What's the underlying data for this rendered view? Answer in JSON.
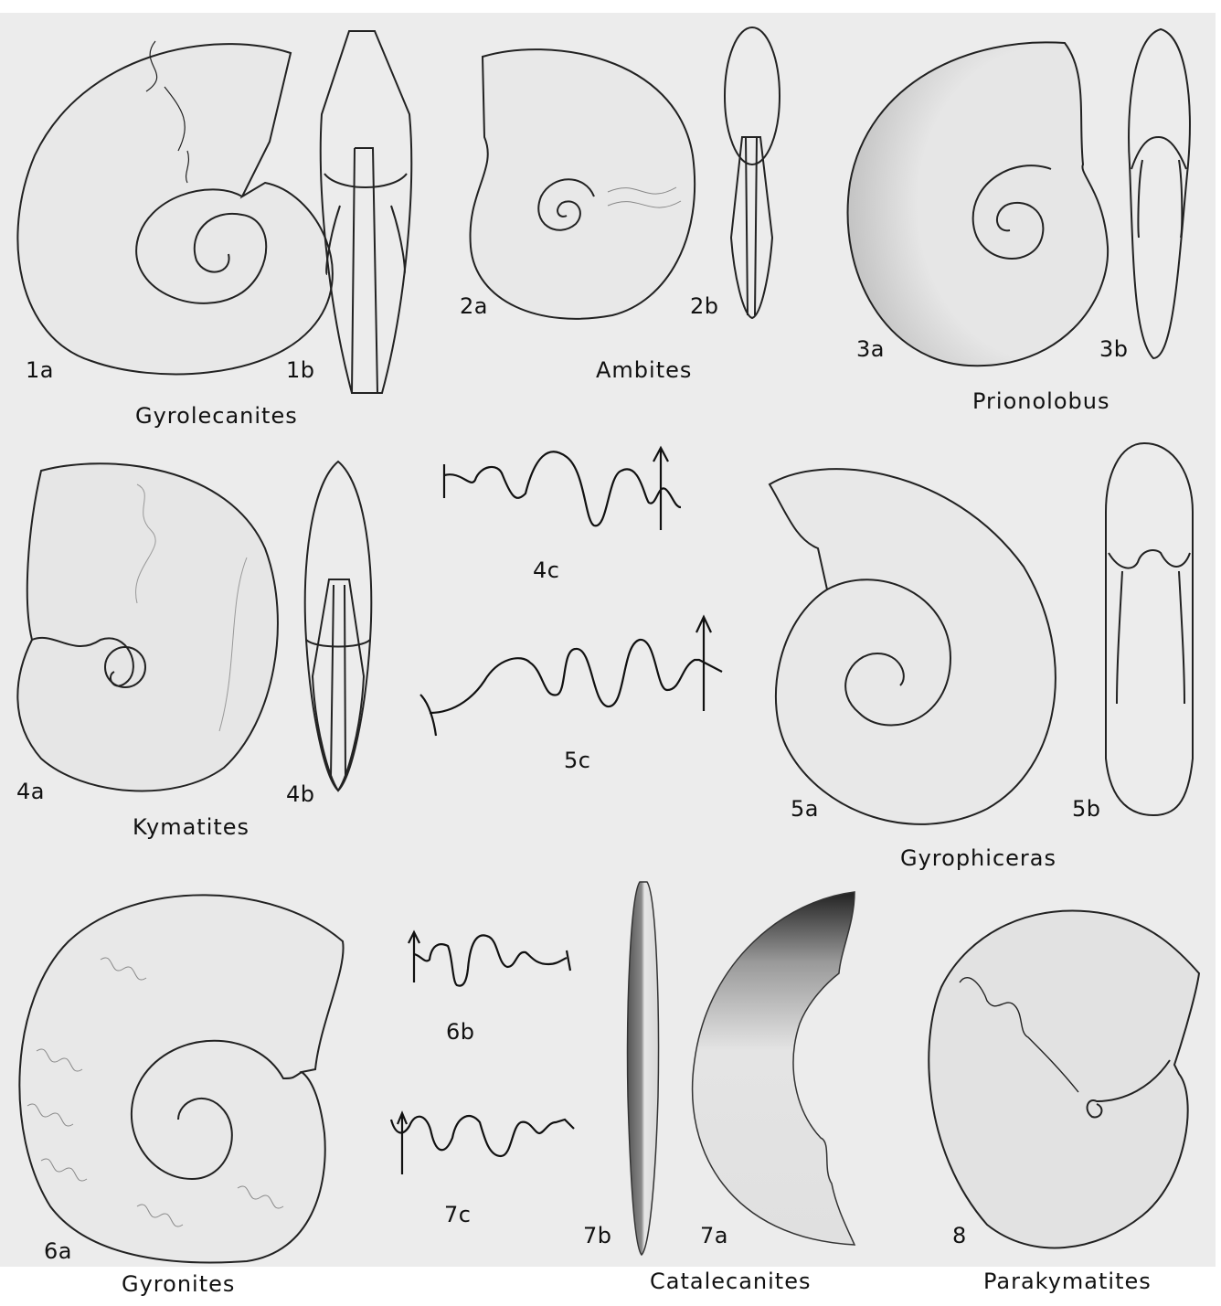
{
  "plate": {
    "background": "#ececec",
    "page_background": "#ffffff",
    "ink": "#111111"
  },
  "figures": [
    {
      "id": "1",
      "genus": "Gyrolecanites",
      "views": [
        "1a",
        "1b"
      ]
    },
    {
      "id": "2",
      "genus": "Ambites",
      "views": [
        "2a",
        "2b"
      ]
    },
    {
      "id": "3",
      "genus": "Prionolobus",
      "views": [
        "3a",
        "3b"
      ]
    },
    {
      "id": "4",
      "genus": "Kymatites",
      "views": [
        "4a",
        "4b",
        "4c"
      ]
    },
    {
      "id": "5",
      "genus": "Gyrophiceras",
      "views": [
        "5a",
        "5b",
        "5c"
      ]
    },
    {
      "id": "6",
      "genus": "Gyronites",
      "views": [
        "6a",
        "6b"
      ]
    },
    {
      "id": "7",
      "genus": "Catalecanites",
      "views": [
        "7a",
        "7b",
        "7c"
      ]
    },
    {
      "id": "8",
      "genus": "Parakymatites",
      "views": [
        "8"
      ]
    }
  ],
  "labels": {
    "l1a": "1a",
    "l1b": "1b",
    "l2a": "2a",
    "l2b": "2b",
    "l3a": "3a",
    "l3b": "3b",
    "l4a": "4a",
    "l4b": "4b",
    "l4c": "4c",
    "l5a": "5a",
    "l5b": "5b",
    "l5c": "5c",
    "l6a": "6a",
    "l6b": "6b",
    "l7a": "7a",
    "l7b": "7b",
    "l7c": "7c",
    "l8": "8"
  },
  "genera": {
    "g1": "Gyrolecanites",
    "g2": "Ambites",
    "g3": "Prionolobus",
    "g4": "Kymatites",
    "g5": "Gyrophiceras",
    "g6": "Gyronites",
    "g7": "Catalecanites",
    "g8": "Parakymatites"
  }
}
